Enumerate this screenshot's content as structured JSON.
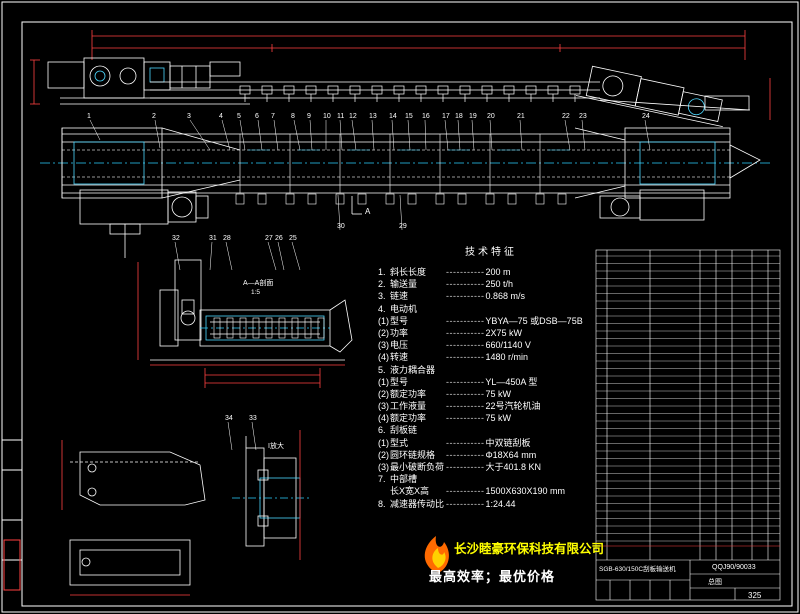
{
  "drawing": {
    "section_label": "A—A剖面",
    "section_scale": "1:5",
    "detail_label": "I放大",
    "mark_a": "A",
    "callouts": [
      "1",
      "2",
      "3",
      "4",
      "5",
      "6",
      "7",
      "8",
      "9",
      "10",
      "11",
      "12",
      "13",
      "14",
      "15",
      "16",
      "17",
      "18",
      "19",
      "20",
      "21",
      "22",
      "23",
      "24",
      "25",
      "26",
      "27",
      "28",
      "29",
      "30",
      "31",
      "32",
      "33",
      "34"
    ]
  },
  "spec": {
    "title": "技术特征",
    "rows": [
      {
        "num": "1.",
        "label": "斜长长度",
        "value": "200 m"
      },
      {
        "num": "2.",
        "label": "输送量",
        "value": "250 t/h"
      },
      {
        "num": "3.",
        "label": "链速",
        "value": "0.868 m/s"
      },
      {
        "num": "4.",
        "label": "电动机",
        "value": ""
      },
      {
        "num": "(1)",
        "label": "型号",
        "value": "YBYA—75 或DSB—75B"
      },
      {
        "num": "(2)",
        "label": "功率",
        "value": "2X75 kW"
      },
      {
        "num": "(3)",
        "label": "电压",
        "value": "660/1140 V"
      },
      {
        "num": "(4)",
        "label": "转速",
        "value": "1480 r/min"
      },
      {
        "num": "5.",
        "label": "液力耦合器",
        "value": ""
      },
      {
        "num": "(1)",
        "label": "型号",
        "value": "YL—450A 型"
      },
      {
        "num": "(2)",
        "label": "额定功率",
        "value": "75 kW"
      },
      {
        "num": "(3)",
        "label": "工作液量",
        "value": "22号汽轮机油"
      },
      {
        "num": "(4)",
        "label": "额定功率",
        "value": "75 kW"
      },
      {
        "num": "6.",
        "label": "刮板链",
        "value": ""
      },
      {
        "num": "(1)",
        "label": "型式",
        "value": "中双链刮板"
      },
      {
        "num": "(2)",
        "label": "圆环链规格",
        "value": "Φ18X64 mm"
      },
      {
        "num": "(3)",
        "label": "最小破断负荷",
        "value": "大于401.8 KN"
      },
      {
        "num": "7.",
        "label": "中部槽",
        "value": ""
      },
      {
        "num": "",
        "label": "长X宽X高",
        "value": "1500X630X190 mm"
      },
      {
        "num": "8.",
        "label": "减速器传动比",
        "value": "1:24.44"
      }
    ]
  },
  "brand": {
    "company": "长沙睦豪环保科技有限公司",
    "slogan": "最高效率；最优价格"
  },
  "title_block": {
    "drawing_no": "QQJ90/90033",
    "name": "SGB-630/150C刮板输送机",
    "sheet": "总图",
    "mass": "325"
  },
  "colors": {
    "frame": "#ffffff",
    "outline": "#ffffff",
    "steel": "#4dd8ff",
    "hidden": "#c8c8c8",
    "dimension": "#ff4040",
    "centerline": "#2ad1ff",
    "parts_text": "#ffffff",
    "accent": "#ffff00"
  }
}
